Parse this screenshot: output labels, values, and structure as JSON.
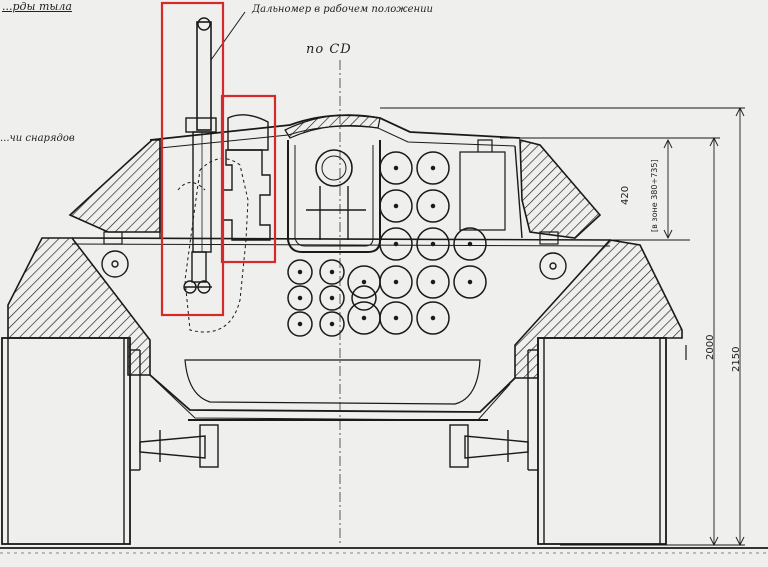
{
  "labels": {
    "top_left": "...рды тыла",
    "left_mid": "...чи снарядов",
    "top_center": "Дальномер в рабочем положении",
    "section": "по CD"
  },
  "dimensions": {
    "overall_height": "2150",
    "hull_height": "2000",
    "turret_height": "420",
    "turret_note": "[в зоне 380÷735]"
  },
  "colors": {
    "line": "#1a1a1a",
    "paper": "#efefed",
    "highlight": "#d42a2a"
  }
}
